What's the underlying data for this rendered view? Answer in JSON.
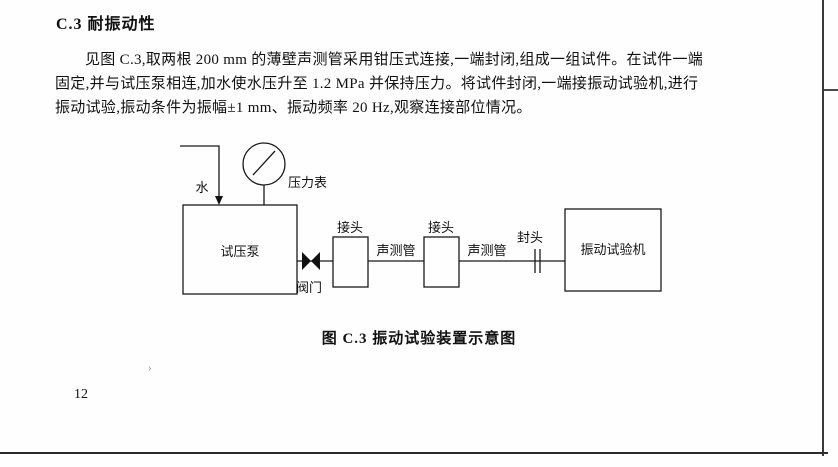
{
  "document": {
    "heading": "C.3  耐振动性",
    "paragraph": {
      "line1": "见图 C.3,取两根 200 mm 的薄壁声测管采用钳压式连接,一端封闭,组成一组试件。在试件一端",
      "line2": "固定,并与试压泵相连,加水使水压升至 1.2 MPa 并保持压力。将试件封闭,一端接振动试验机,进行",
      "line3": "振动试验,振动条件为振幅±1 mm、振动频率 20 Hz,观察连接部位情况。"
    },
    "figure_caption": "图 C.3  振动试验装置示意图",
    "page_number": "12"
  },
  "diagram": {
    "water_label": "水",
    "pressure_gauge_label": "压力表",
    "pump_label": "试压泵",
    "valve_label": "阀门",
    "joint1_label": "接头",
    "pipe1_label": "声测管",
    "joint2_label": "接头",
    "pipe2_label": "声测管",
    "endcap_label": "封头",
    "machine_label": "振动试验机"
  },
  "colors": {
    "ink": "#111111",
    "scan_edge": "#2b2b2b"
  }
}
